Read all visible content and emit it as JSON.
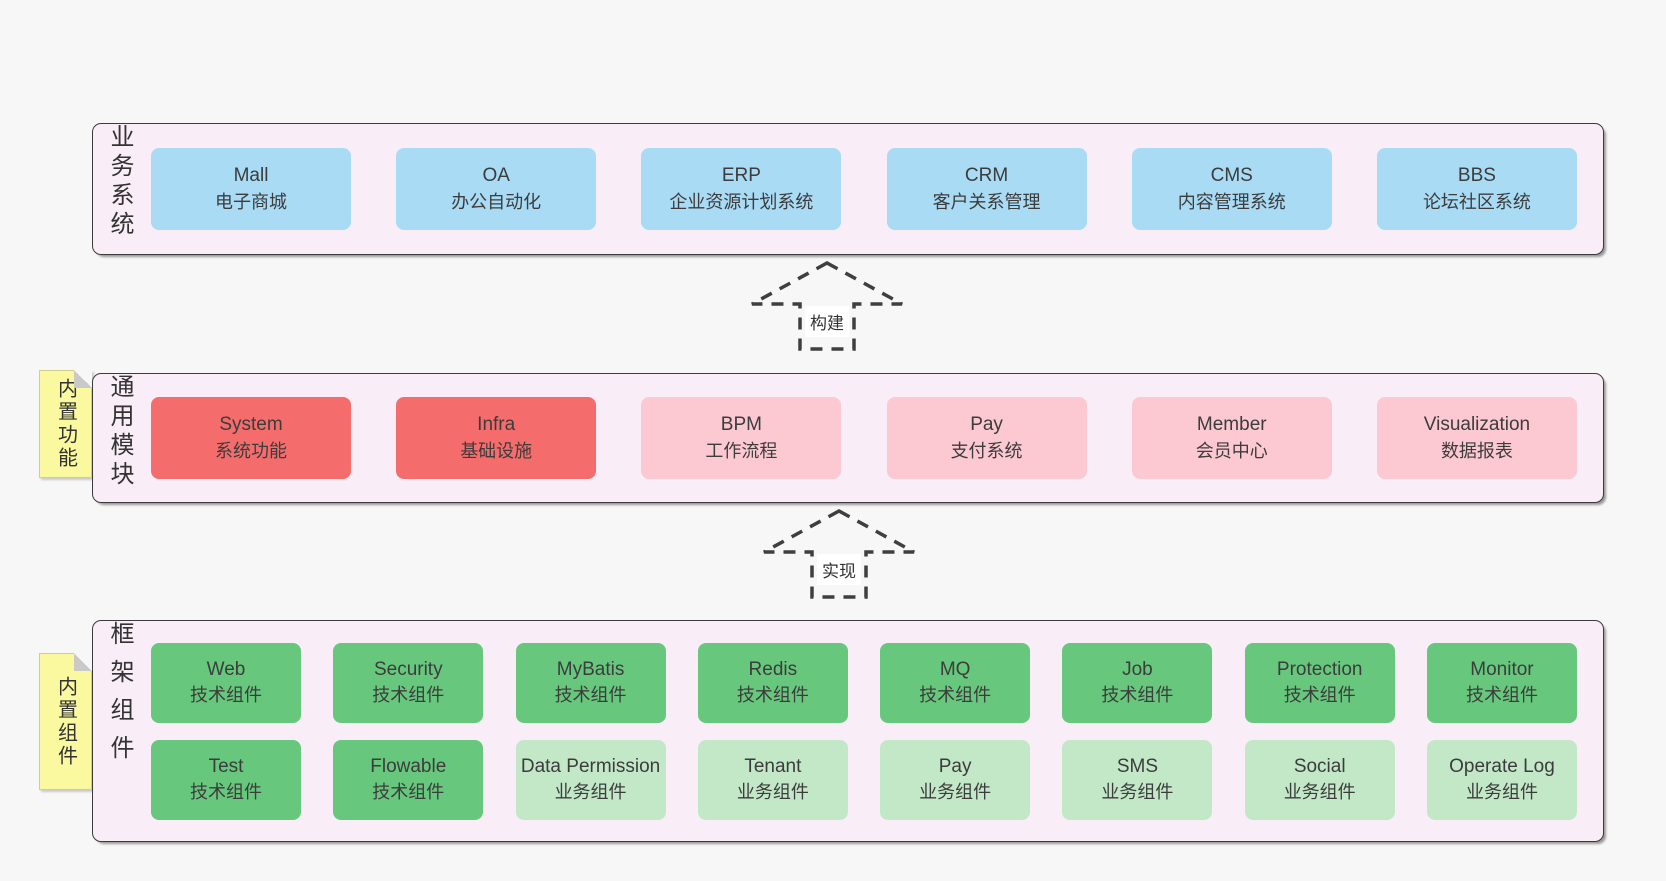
{
  "colors": {
    "page_bg": "#f7f7f7",
    "layer_bg": "#f9eef7",
    "layer_border": "#3b3b3b",
    "box_blue": "#a9dbf5",
    "box_red": "#f56c6c",
    "box_pink": "#fcc9d3",
    "box_green": "#67c87d",
    "box_light_green": "#c2e8c8",
    "note_yellow": "#faf9a0",
    "note_fold_gray": "#c9c9c9",
    "text": "#3c3c3c"
  },
  "layers": {
    "business": {
      "label": "业务系统",
      "boxes": [
        {
          "title": "Mall",
          "subtitle": "电子商城"
        },
        {
          "title": "OA",
          "subtitle": "办公自动化"
        },
        {
          "title": "ERP",
          "subtitle": "企业资源计划系统"
        },
        {
          "title": "CRM",
          "subtitle": "客户关系管理"
        },
        {
          "title": "CMS",
          "subtitle": "内容管理系统"
        },
        {
          "title": "BBS",
          "subtitle": "论坛社区系统"
        }
      ]
    },
    "modules": {
      "label": "通用模块",
      "note": "内置功能",
      "boxes": [
        {
          "title": "System",
          "subtitle": "系统功能",
          "variant": "red"
        },
        {
          "title": "Infra",
          "subtitle": "基础设施",
          "variant": "red"
        },
        {
          "title": "BPM",
          "subtitle": "工作流程",
          "variant": "pink"
        },
        {
          "title": "Pay",
          "subtitle": "支付系统",
          "variant": "pink"
        },
        {
          "title": "Member",
          "subtitle": "会员中心",
          "variant": "pink"
        },
        {
          "title": "Visualization",
          "subtitle": "数据报表",
          "variant": "pink"
        }
      ]
    },
    "components": {
      "label": "框架组件",
      "note": "内置组件",
      "row1": [
        {
          "title": "Web",
          "subtitle": "技术组件"
        },
        {
          "title": "Security",
          "subtitle": "技术组件"
        },
        {
          "title": "MyBatis",
          "subtitle": "技术组件"
        },
        {
          "title": "Redis",
          "subtitle": "技术组件"
        },
        {
          "title": "MQ",
          "subtitle": "技术组件"
        },
        {
          "title": "Job",
          "subtitle": "技术组件"
        },
        {
          "title": "Protection",
          "subtitle": "技术组件"
        },
        {
          "title": "Monitor",
          "subtitle": "技术组件"
        }
      ],
      "row2": [
        {
          "title": "Test",
          "subtitle": "技术组件",
          "variant": "green"
        },
        {
          "title": "Flowable",
          "subtitle": "技术组件",
          "variant": "green"
        },
        {
          "title": "Data Permission",
          "subtitle": "业务组件",
          "variant": "light"
        },
        {
          "title": "Tenant",
          "subtitle": "业务组件",
          "variant": "light"
        },
        {
          "title": "Pay",
          "subtitle": "业务组件",
          "variant": "light"
        },
        {
          "title": "SMS",
          "subtitle": "业务组件",
          "variant": "light"
        },
        {
          "title": "Social",
          "subtitle": "业务组件",
          "variant": "light"
        },
        {
          "title": "Operate Log",
          "subtitle": "业务组件",
          "variant": "light"
        }
      ]
    }
  },
  "arrows": {
    "build": "构建",
    "implement": "实现"
  }
}
